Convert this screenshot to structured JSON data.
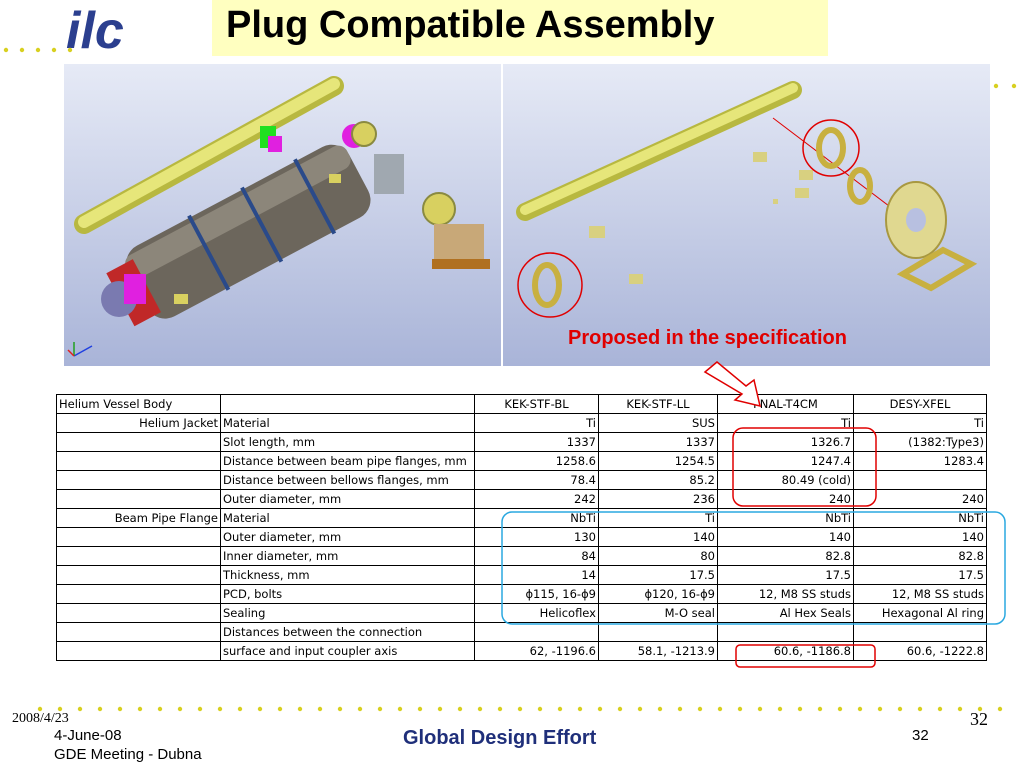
{
  "slide": {
    "title": "Plug Compatible Assembly",
    "logo_text": "ilc",
    "caption": "Proposed in the specification"
  },
  "colors": {
    "title_background": "#ffffc0",
    "caption_red": "#e00000",
    "footer_blue": "#1f2f7a",
    "highlight_red": "#e00000",
    "highlight_blue": "#2aa8e0",
    "dot_yellow": "#d8d020"
  },
  "table": {
    "header": [
      "Helium Vessel Body",
      "",
      "KEK-STF-BL",
      "KEK-STF-LL",
      "FNAL-T4CM",
      "DESY-XFEL"
    ],
    "rows": [
      [
        "Helium Jacket",
        "Material",
        "Ti",
        "SUS",
        "Ti",
        "Ti"
      ],
      [
        "",
        "Slot length, mm",
        "1337",
        "1337",
        "1326.7",
        "(1382:Type3)"
      ],
      [
        "",
        "Distance between beam pipe flanges, mm",
        "1258.6",
        "1254.5",
        "1247.4",
        "1283.4"
      ],
      [
        "",
        "Distance between bellows flanges, mm",
        "78.4",
        "85.2",
        "80.49 (cold)",
        ""
      ],
      [
        "",
        "Outer diameter, mm",
        "242",
        "236",
        "240",
        "240"
      ],
      [
        "Beam Pipe Flange",
        "Material",
        "NbTi",
        "Ti",
        "NbTi",
        "NbTi"
      ],
      [
        "",
        "Outer diameter, mm",
        "130",
        "140",
        "140",
        "140"
      ],
      [
        "",
        "Inner diameter, mm",
        "84",
        "80",
        "82.8",
        "82.8"
      ],
      [
        "",
        "Thickness, mm",
        "14",
        "17.5",
        "17.5",
        "17.5"
      ],
      [
        "",
        "PCD, bolts",
        "ϕ115, 16-ϕ9",
        "ϕ120, 16-ϕ9",
        "12, M8 SS studs",
        "12, M8 SS studs"
      ],
      [
        "",
        "Sealing",
        "Helicoflex",
        "M-O seal",
        "Al Hex Seals",
        "Hexagonal Al ring"
      ],
      [
        "",
        "Distances between the connection",
        "",
        "",
        "",
        ""
      ],
      [
        "",
        "surface and input coupler axis",
        "62, -1196.6",
        "58.1, -1213.9",
        "60.6, -1186.8",
        "60.6, -1222.8"
      ]
    ]
  },
  "footer": {
    "date_small": "2008/4/23",
    "date": "4-June-08",
    "meeting": "GDE Meeting - Dubna",
    "center": "Global Design Effort",
    "page_small": "32",
    "page": "32"
  }
}
